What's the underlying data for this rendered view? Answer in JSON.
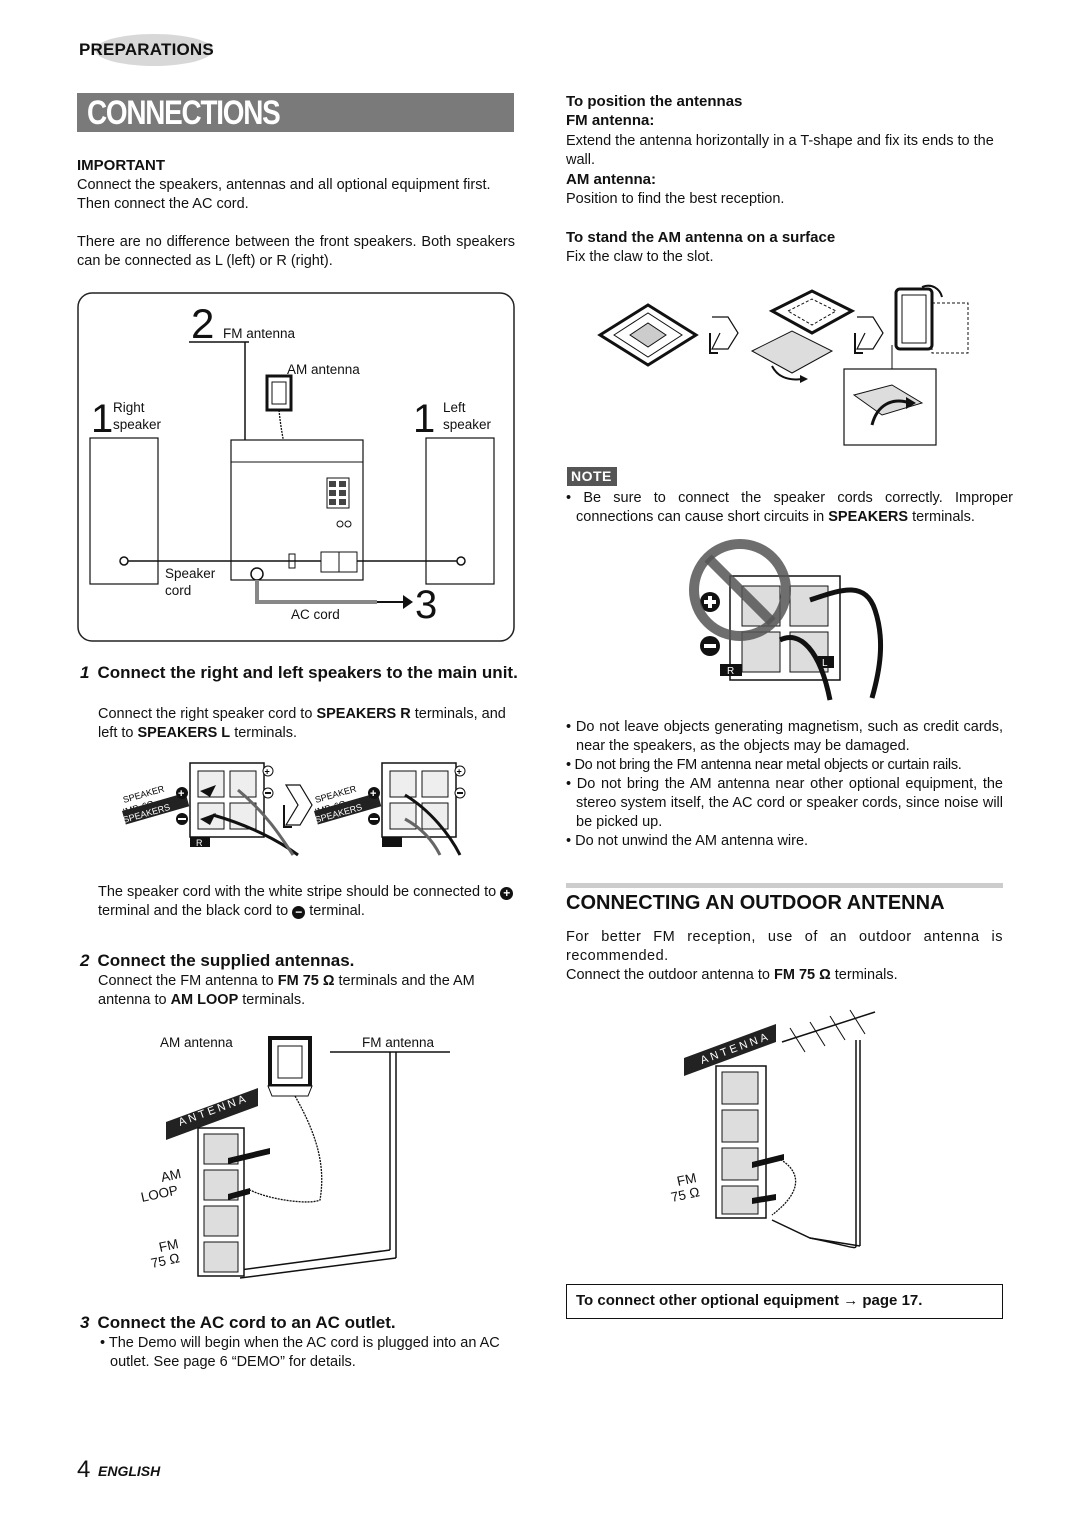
{
  "header": {
    "section_label": "PREPARATIONS",
    "page_title": "CONNECTIONS"
  },
  "important": {
    "heading": "IMPORTANT",
    "line1": "Connect the speakers, antennas and all optional equipment first. Then connect the AC cord.",
    "line2": "There are no difference between the front speakers. Both speakers can be connected as L (left) or R (right)."
  },
  "main_diagram": {
    "step2_num": "2",
    "fm_antenna": "FM antenna",
    "am_antenna": "AM antenna",
    "step1_num": "1",
    "right_speaker_1": "Right",
    "right_speaker_2": "speaker",
    "left_speaker_1": "Left",
    "left_speaker_2": "speaker",
    "speaker_cord_1": "Speaker",
    "speaker_cord_2": "cord",
    "ac_cord": "AC cord",
    "step3_num": "3"
  },
  "step1": {
    "num": "1",
    "heading": "Connect the right and left speakers to the main unit.",
    "text_a": "Connect the right speaker cord to ",
    "text_b": "SPEAKERS R",
    "text_c": " terminals, and left to ",
    "text_d": "SPEAKERS L",
    "text_e": " terminals.",
    "diagram_label_speaker": "SPEAKER",
    "diagram_label_imp": "IMP. 6Ω",
    "diagram_label_speakers": "SPEAKERS",
    "diagram_label_r": "R",
    "note_a": "The speaker cord with the white stripe should be connected to ",
    "note_b": " terminal and the black cord to ",
    "note_c": " terminal."
  },
  "step2": {
    "num": "2",
    "heading": "Connect the supplied antennas.",
    "text_a": "Connect the FM antenna to ",
    "text_b": "FM 75 Ω",
    "text_c": " terminals and the AM antenna to ",
    "text_d": "AM LOOP",
    "text_e": " terminals.",
    "am_antenna": "AM antenna",
    "fm_antenna": "FM antenna",
    "antenna_panel": "ANTENNA",
    "am": "AM",
    "loop": "LOOP",
    "fm": "FM",
    "ohm": "75 Ω"
  },
  "step3": {
    "num": "3",
    "heading": "Connect the AC cord to an AC outlet.",
    "bullet": "The Demo will begin when the AC cord is plugged into an AC outlet. See page 6 “DEMO” for details."
  },
  "right_col": {
    "position_heading": "To position the antennas",
    "fm_heading": "FM antenna:",
    "fm_text": "Extend the antenna horizontally in a T-shape and fix its ends to the wall.",
    "am_heading": "AM antenna:",
    "am_text": "Position to find the best reception.",
    "stand_heading": "To stand the AM antenna on a surface",
    "stand_text": "Fix the claw to the slot.",
    "note_badge": "NOTE",
    "note1_a": "Be sure to connect the speaker cords correctly.  Improper connections can cause short circuits in ",
    "note1_b": "SPEAKERS",
    "note1_c": " terminals.",
    "wrong_r": "R",
    "wrong_l": "L",
    "bullets": [
      "Do not leave objects generating magnetism, such as credit cards, near the speakers, as the objects may be damaged.",
      "Do not bring the FM antenna near metal objects or curtain rails.",
      "Do not bring the AM antenna near other optional equipment, the stereo system itself, the AC cord or speaker cords, since noise will be picked up.",
      "Do not unwind the AM antenna wire."
    ]
  },
  "outdoor": {
    "heading": "CONNECTING AN OUTDOOR ANTENNA",
    "text1": "For better FM reception, use of an outdoor antenna is recommended.",
    "text2_a": "Connect the outdoor antenna to ",
    "text2_b": "FM 75 Ω",
    "text2_c": " terminals.",
    "antenna_panel": "ANTENNA",
    "fm": "FM",
    "ohm": "75 Ω",
    "box_a": "To connect other optional equipment ",
    "box_arrow": "→",
    "box_b": " page 17."
  },
  "footer": {
    "page_number": "4",
    "language": "ENGLISH"
  }
}
